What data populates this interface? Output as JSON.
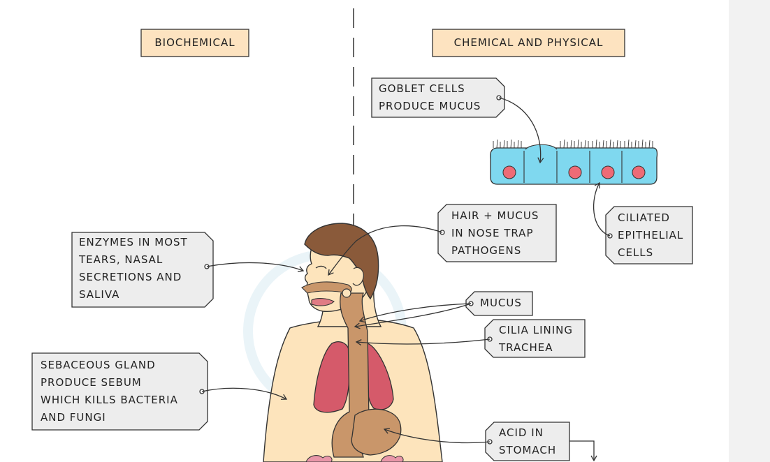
{
  "headers": {
    "left": "BIOCHEMICAL",
    "right": "CHEMICAL AND PHYSICAL"
  },
  "labels": {
    "goblet": [
      "GOBLET CELLS",
      "PRODUCE MUCUS"
    ],
    "hair_mucus": [
      "HAIR + MUCUS",
      "IN NOSE TRAP",
      "PATHOGENS"
    ],
    "ciliated": [
      "CILIATED",
      "EPITHELIAL",
      "CELLS"
    ],
    "enzymes": [
      "ENZYMES IN MOST",
      "TEARS, NASAL",
      "SECRETIONS AND",
      "SALIVA"
    ],
    "mucus": [
      "MUCUS"
    ],
    "cilia_lining": [
      "CILIA LINING",
      "TRACHEA"
    ],
    "sebaceous": [
      "SEBACEOUS GLAND",
      "PRODUCE SEBUM",
      "WHICH KILLS BACTERIA",
      "AND FUNGI"
    ],
    "acid": [
      "ACID IN",
      "STOMACH"
    ]
  },
  "colors": {
    "header_fill": "#fde3c0",
    "label_fill": "#ededed",
    "skin": "#fde4bc",
    "hair": "#8a5a3a",
    "lungs": "#d55a6a",
    "tract": "#c9966a",
    "cell_fill": "#7fd8ef",
    "nucleus": "#ee6b76",
    "outline": "#333333"
  },
  "icons": [
    "ciliated-cell-icon",
    "human-body-icon"
  ]
}
